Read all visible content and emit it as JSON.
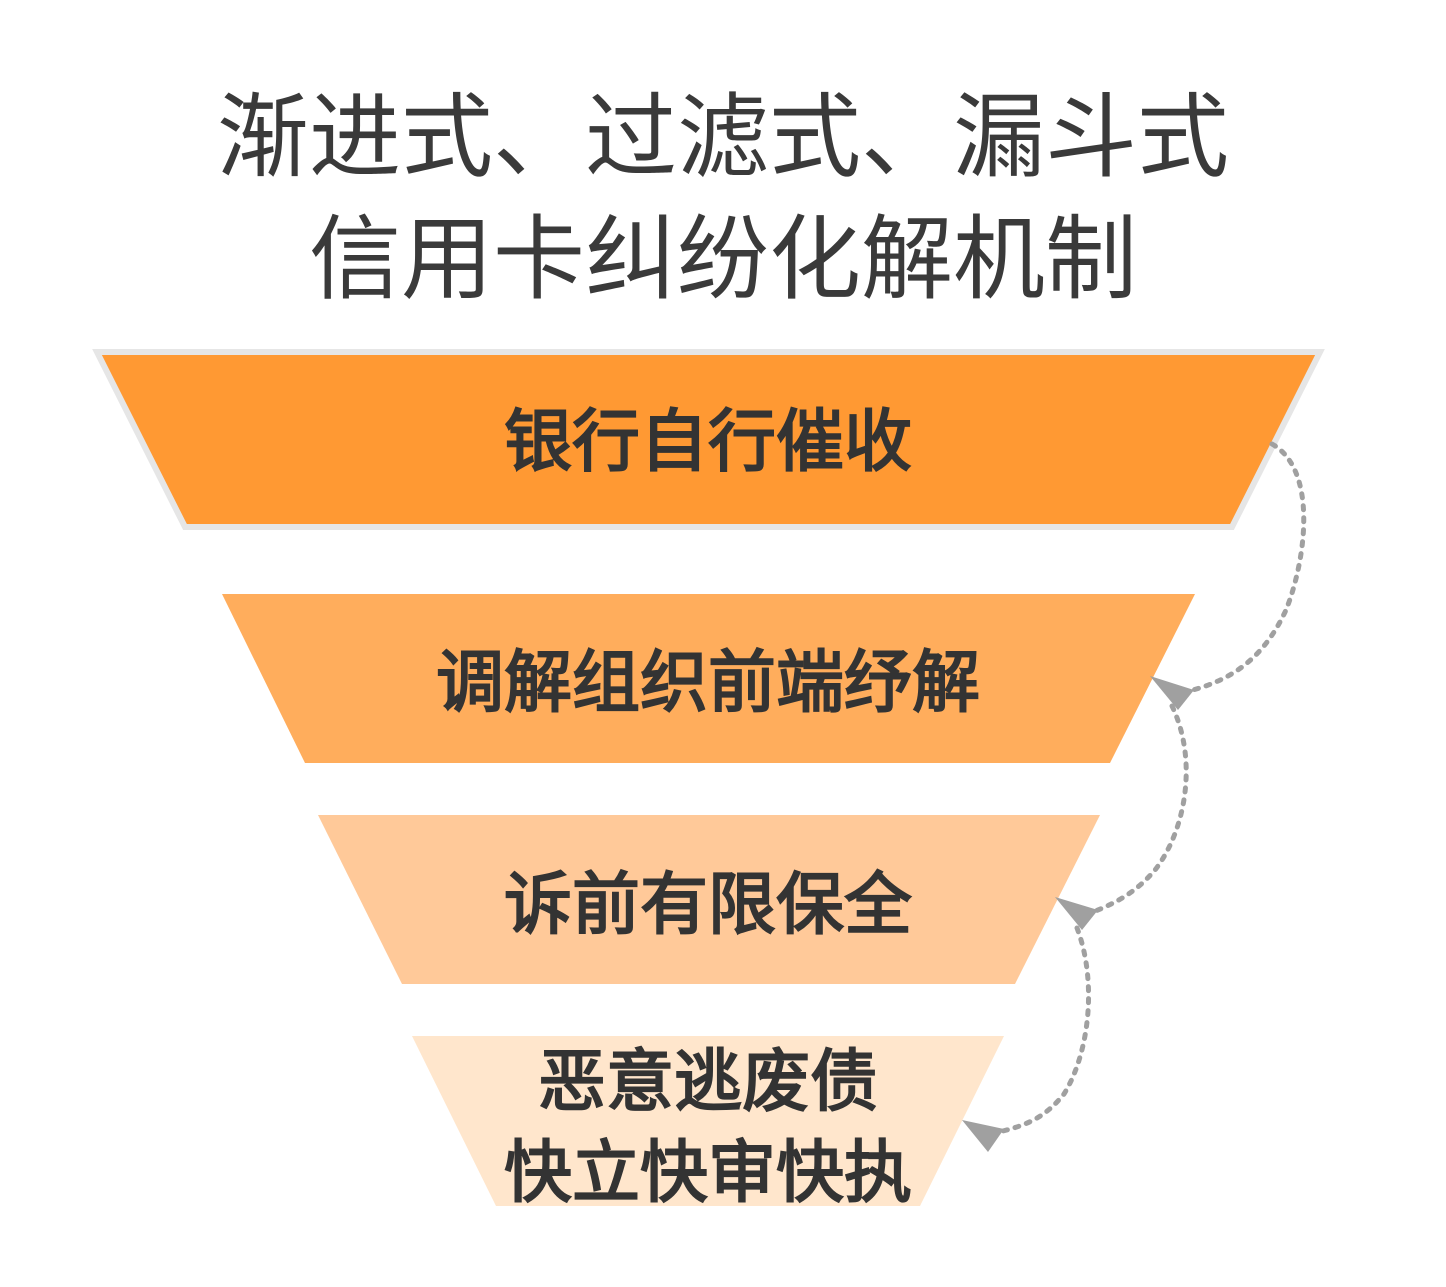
{
  "title": {
    "line1": "渐进式、过滤式、漏斗式",
    "line2": "信用卡纠纷化解机制"
  },
  "stages": [
    {
      "lines": [
        "银行自行催收"
      ],
      "color": "#FF9933"
    },
    {
      "lines": [
        "调解组织前端纾解"
      ],
      "color": "#FFAD5C"
    },
    {
      "lines": [
        "诉前有限保全"
      ],
      "color": "#FFC999"
    },
    {
      "lines": [
        "恶意逃废债",
        "快立快审快执"
      ],
      "color": "#FFE6CC"
    }
  ],
  "colors": {
    "title": "#3A3A3A",
    "stage_text": "#333333",
    "connector": "#A0A0A0",
    "top_stage_border": "#E6E6E6"
  }
}
